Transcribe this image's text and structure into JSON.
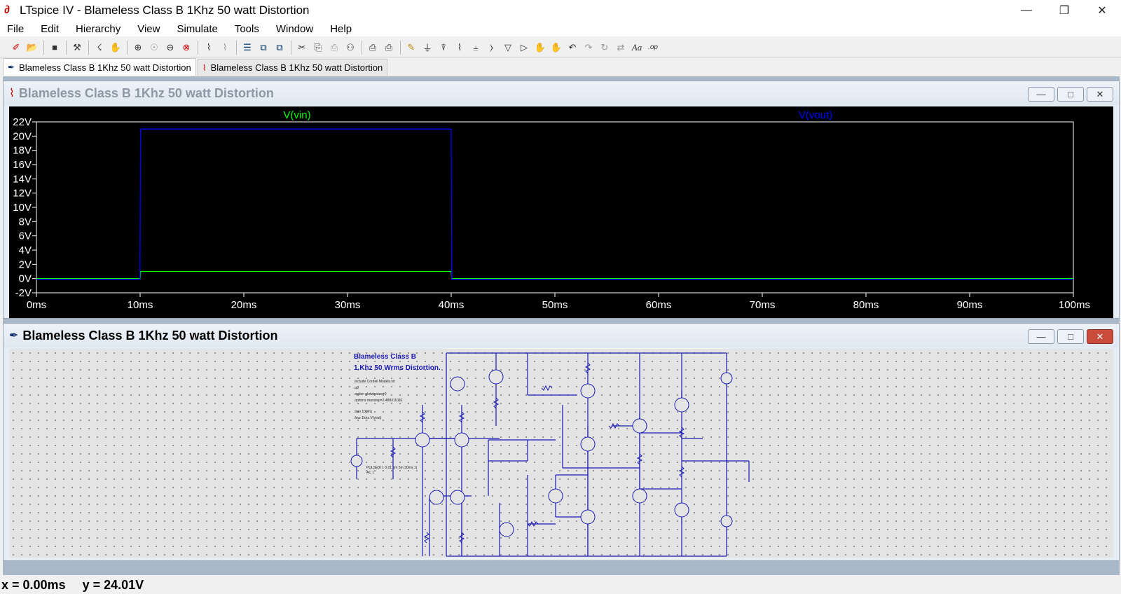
{
  "window": {
    "title": "LTspice IV - Blameless Class B 1Khz 50 watt Distortion",
    "app_icon": "ltspice-logo-icon",
    "minimize_icon": "minimize-icon",
    "maximize_icon": "restore-icon",
    "close_icon": "close-icon"
  },
  "menu": [
    "File",
    "Edit",
    "Hierarchy",
    "View",
    "Simulate",
    "Tools",
    "Window",
    "Help"
  ],
  "toolbar_icons": [
    "new-schematic-icon",
    "open-icon",
    "save-icon",
    "control-panel-icon",
    "run-icon",
    "halt-icon",
    "zoom-in-icon",
    "zoom-pan-icon",
    "zoom-out-icon",
    "zoom-cancel-icon",
    "autorange-icon",
    "delete-traces-icon",
    "tile-horizontal-icon",
    "cascade-icon",
    "tile-vertical-icon",
    "cut-icon",
    "copy-icon",
    "paste-icon",
    "find-icon",
    "print-setup-icon",
    "print-icon",
    "draw-wire-icon",
    "ground-icon",
    "label-net-icon",
    "resistor-icon",
    "capacitor-icon",
    "inductor-icon",
    "diode-icon",
    "component-icon",
    "move-icon",
    "drag-icon",
    "undo-icon",
    "redo-icon",
    "rotate-icon",
    "mirror-icon",
    "text-icon",
    "spice-directive-icon"
  ],
  "tabs": [
    {
      "label": "Blameless Class B 1Khz 50 watt Distortion",
      "icon": "schematic-icon",
      "active": true
    },
    {
      "label": "Blameless Class B 1Khz 50 watt Distortion",
      "icon": "waveform-icon",
      "active": false
    }
  ],
  "waveform_window": {
    "title": "Blameless Class B 1Khz 50 watt Distortion",
    "title_icon": "waveform-icon",
    "colors": {
      "background": "#000000",
      "vin": "#00ff00",
      "vout": "#0000ff",
      "axis": "#ffffff"
    }
  },
  "schematic_window": {
    "title": "Blameless Class B 1Khz 50 watt Distortion",
    "title_icon": "schematic-icon",
    "notes": {
      "heading1": "Blameless Class B",
      "heading2": "1.Khz 50 Wrms Distortion.",
      "directives": [
        ".include Cordell Models.txt",
        ".op",
        ".option plotwinsize=0",
        ".options maxstep=2.488311082",
        ".tran 100ms",
        ".four 1khz V(vout)"
      ],
      "source_spec": [
        "PULSE(0 1 0.01 5m 5m 30ms 1)",
        "AC 1"
      ]
    },
    "colors": {
      "wire": "#1a1ab4",
      "text": "#1a1ab4",
      "grid_dot": "#7a7a7a"
    }
  },
  "chart_data": {
    "type": "line",
    "title": "",
    "xlabel": "",
    "ylabel": "",
    "xlim": [
      0,
      100
    ],
    "ylim": [
      -2,
      22
    ],
    "x_ticks": [
      "0ms",
      "10ms",
      "20ms",
      "30ms",
      "40ms",
      "50ms",
      "60ms",
      "70ms",
      "80ms",
      "90ms",
      "100ms"
    ],
    "y_ticks": [
      "22V",
      "20V",
      "18V",
      "16V",
      "14V",
      "12V",
      "10V",
      "8V",
      "6V",
      "4V",
      "2V",
      "0V",
      "-2V"
    ],
    "series": [
      {
        "name": "V(vin)",
        "color": "#00ff00",
        "x": [
          0,
          10,
          10.05,
          40,
          40.05,
          100
        ],
        "y": [
          0,
          0,
          1,
          1,
          0,
          0
        ]
      },
      {
        "name": "V(vout)",
        "color": "#0000ff",
        "x": [
          0,
          9.98,
          10.05,
          10.3,
          40,
          40.05,
          100
        ],
        "y": [
          -0.1,
          -0.1,
          21.0,
          21.0,
          21.0,
          -0.1,
          -0.1
        ]
      }
    ]
  },
  "status": {
    "x": "x = 0.00ms",
    "y": "y = 24.01V"
  }
}
